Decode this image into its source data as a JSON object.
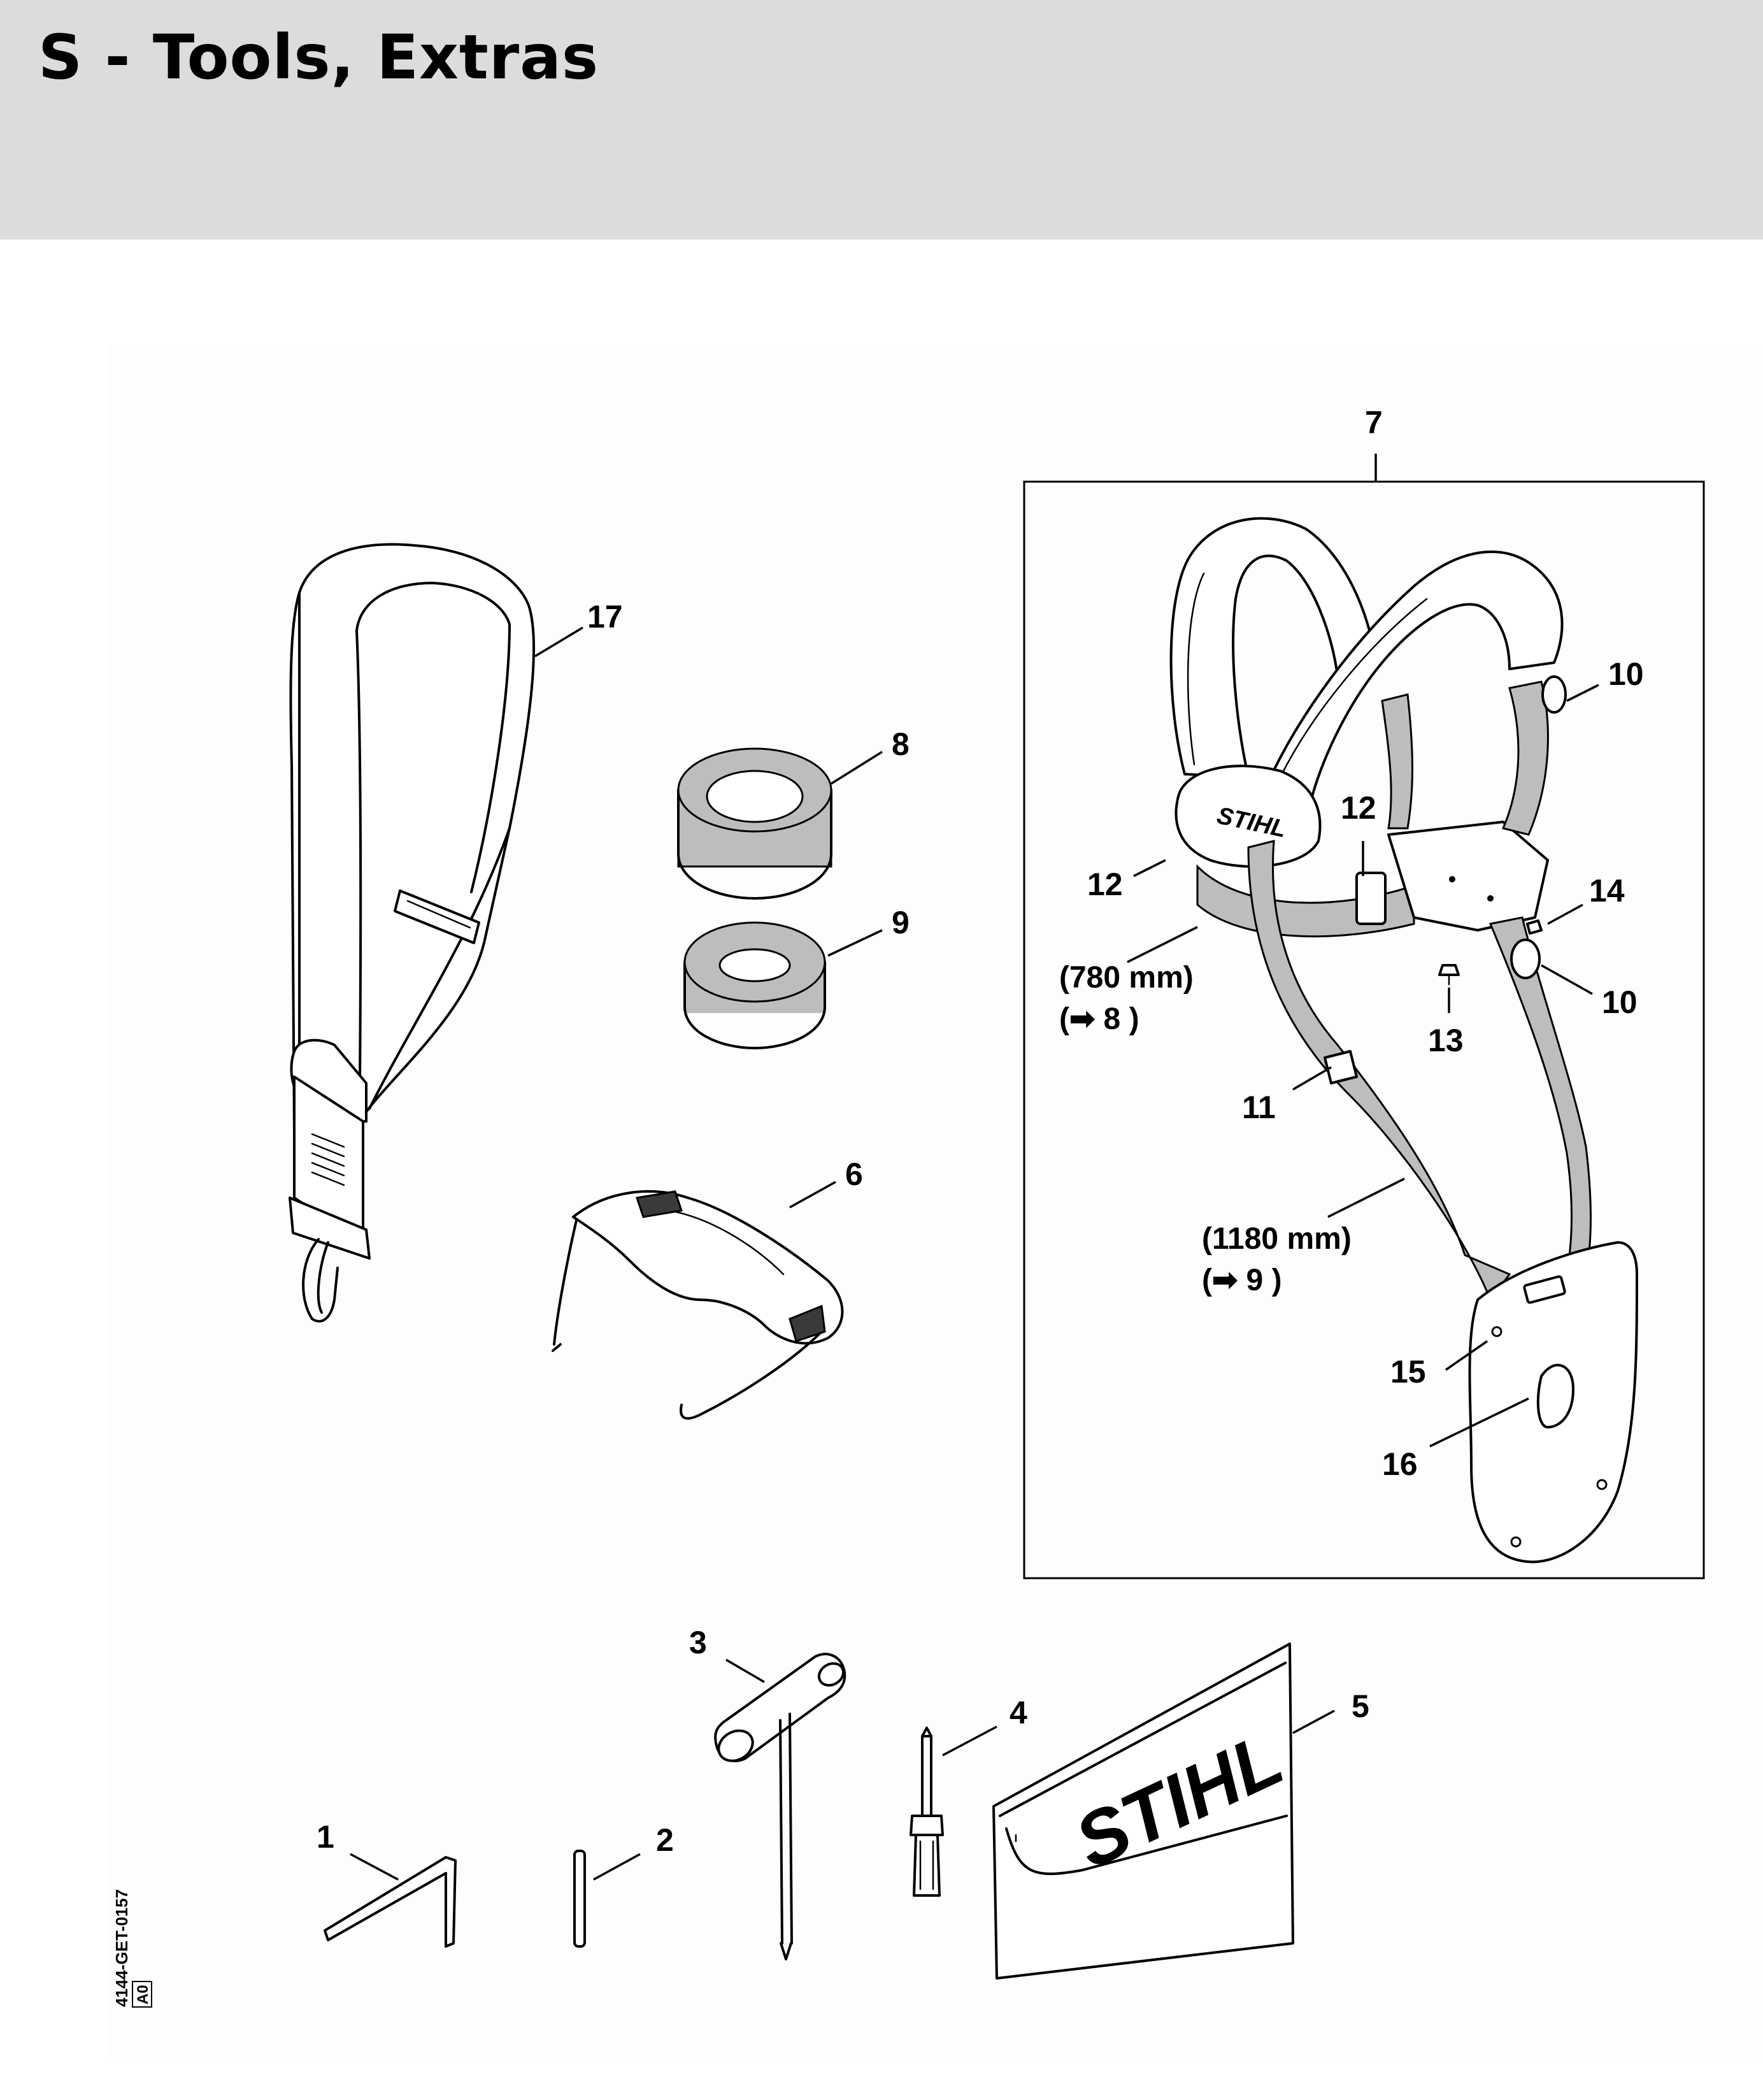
{
  "header": {
    "title": "S - Tools, Extras"
  },
  "callouts": {
    "c1": "1",
    "c2": "2",
    "c3": "3",
    "c4": "4",
    "c5": "5",
    "c6": "6",
    "c7": "7",
    "c8": "8",
    "c9": "9",
    "c10a": "10",
    "c10b": "10",
    "c11": "11",
    "c12a": "12",
    "c12b": "12",
    "c13": "13",
    "c14": "14",
    "c15": "15",
    "c16": "16",
    "c17": "17"
  },
  "dimensions": {
    "short_length": "(780 mm)",
    "short_ref": "(➡ 8 )",
    "long_length": "(1180 mm)",
    "long_ref": "(➡ 9 )"
  },
  "branding": {
    "logo_harness": "STIHL",
    "logo_case": "STIHL"
  },
  "drawing_code": {
    "number": "4144-GET-0157",
    "revision": "A0"
  }
}
